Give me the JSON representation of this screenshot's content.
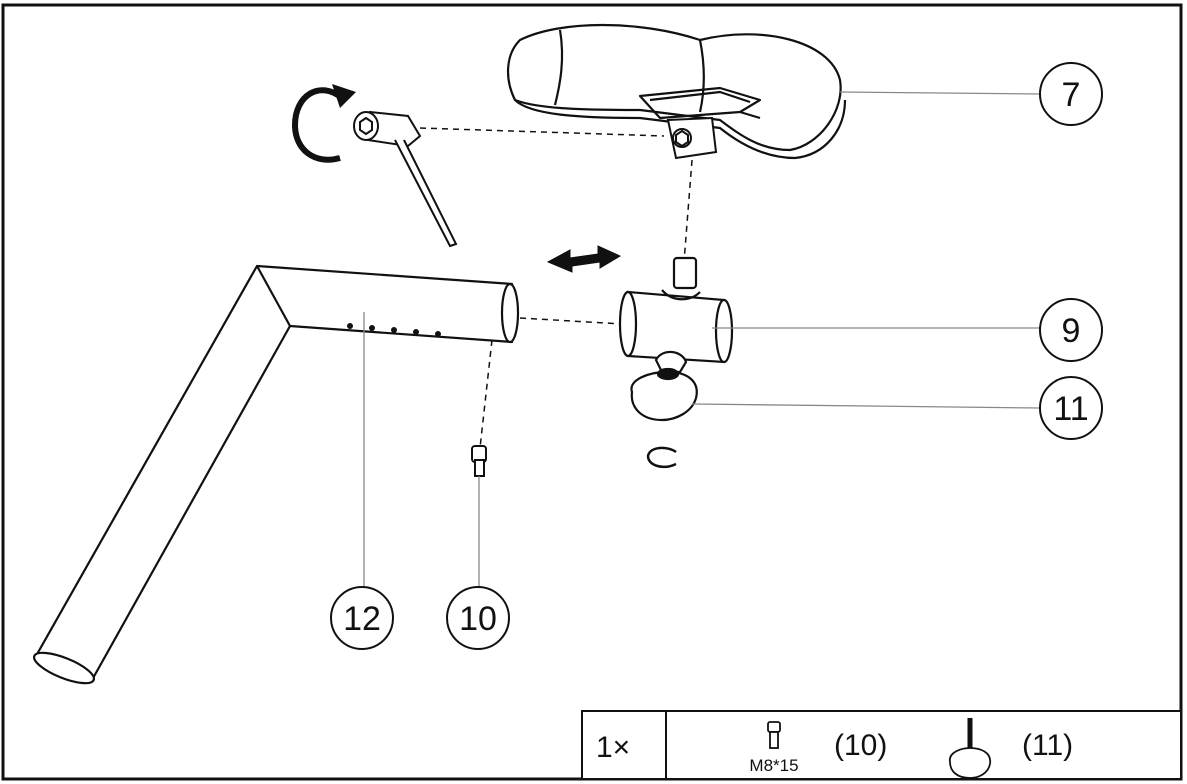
{
  "callouts": [
    {
      "id": "7",
      "label": "7"
    },
    {
      "id": "9",
      "label": "9"
    },
    {
      "id": "11",
      "label": "11"
    },
    {
      "id": "12",
      "label": "12"
    },
    {
      "id": "10",
      "label": "10"
    }
  ],
  "hardware_box": {
    "quantity": "1×",
    "items": [
      {
        "spec": "M8*15",
        "ref": "(10)",
        "icon": "bolt-icon"
      },
      {
        "ref": "(11)",
        "icon": "knob-icon"
      }
    ]
  }
}
